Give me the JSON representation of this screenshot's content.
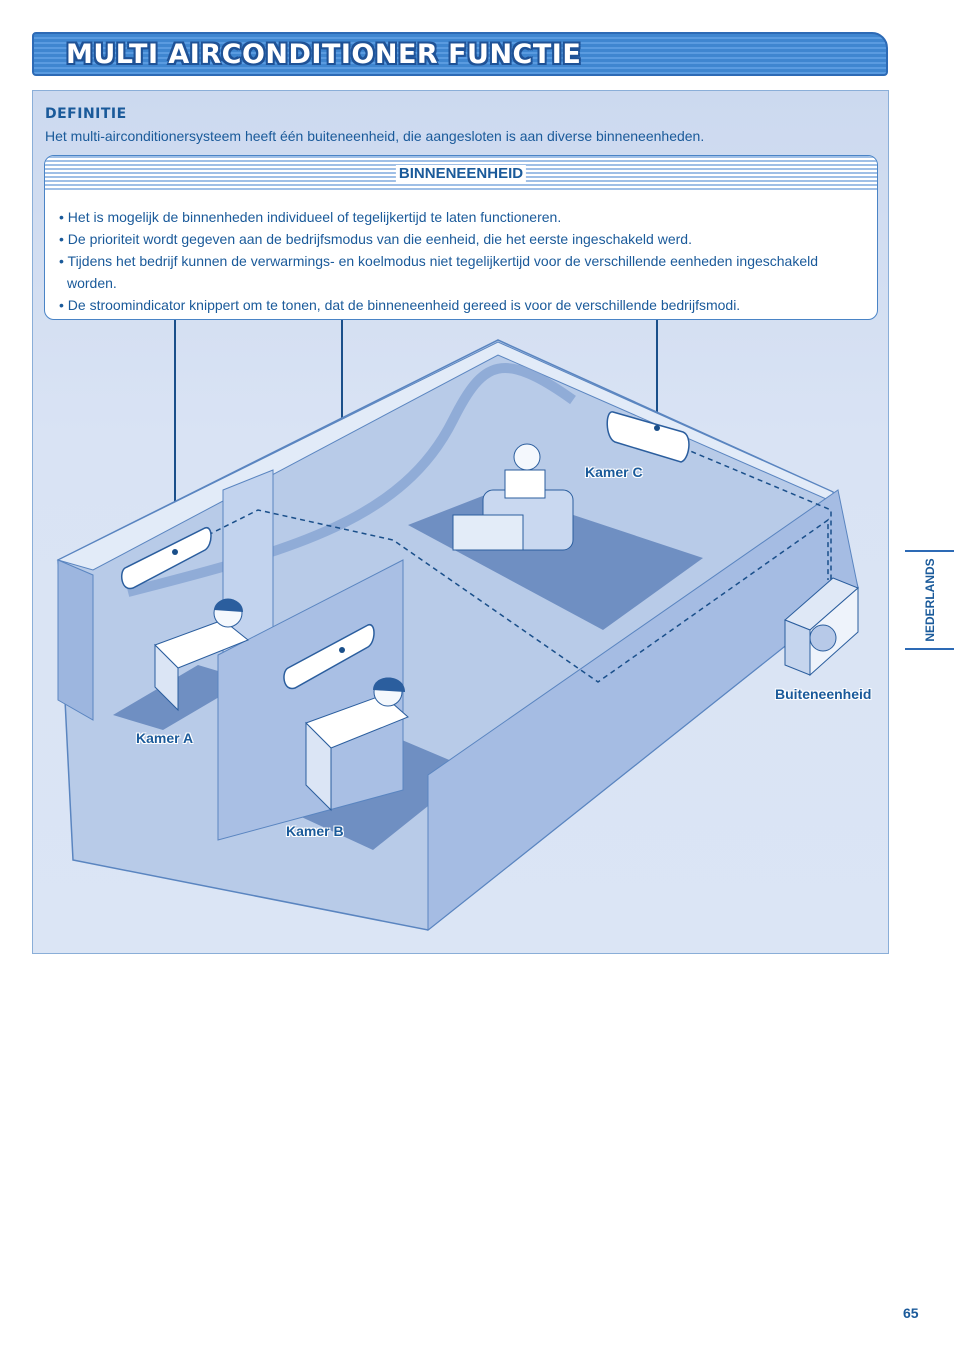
{
  "title": "MULTI AIRCONDITIONER FUNCTIE",
  "definition": {
    "heading": "DEFINITIE",
    "text": "Het multi-airconditionersysteem heeft één buiteneenheid, die aangesloten is aan diverse binneneenheden."
  },
  "indoor": {
    "heading": "BINNENEENHEID",
    "items": [
      "• Het is mogelijk de binnenheden individueel of tegelijkertijd te laten functioneren.",
      "• De prioriteit wordt gegeven aan de bedrijfsmodus van die eenheid, die het eerste ingeschakeld werd.",
      "• Tijdens het bedrijf kunnen de verwarmings- en koelmodus niet tegelijkertijd voor de verschillende eenheden ingeschakeld worden.",
      "• De stroomindicator knippert om te tonen, dat de binneneenheid gereed is voor de verschillende bedrijfsmodi."
    ]
  },
  "illustration": {
    "room_a": "Kamer A",
    "room_b": "Kamer B",
    "room_c": "Kamer C",
    "outdoor": "Buiteneenheid"
  },
  "side_tab": "NEDERLANDS",
  "page_number": "65",
  "colors": {
    "accent": "#2d6ab5",
    "text": "#1a5a9a",
    "panel": "#d5e0f2"
  }
}
